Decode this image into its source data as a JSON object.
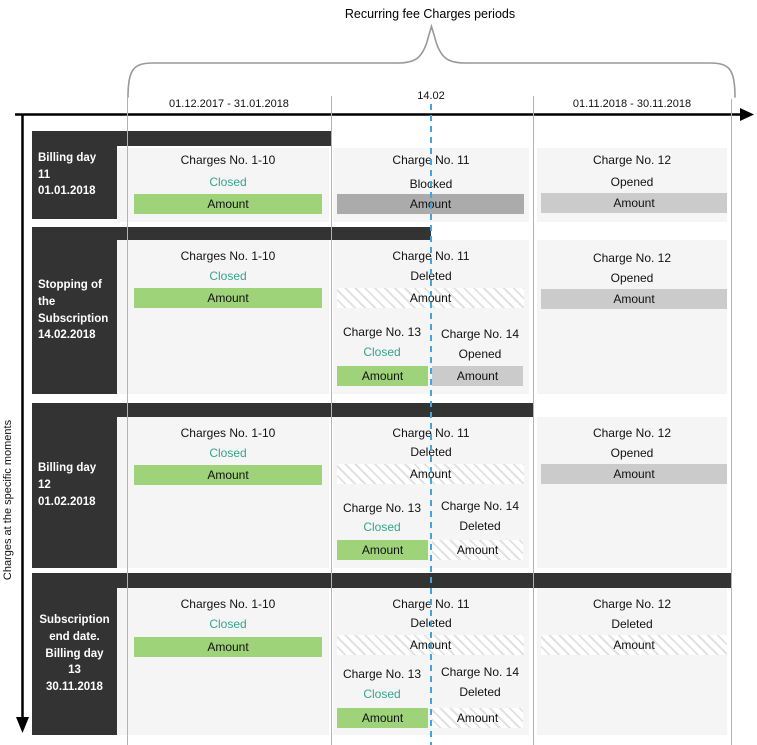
{
  "header": {
    "title": "Recurring fee Charges periods",
    "periods": [
      "01.12.2017 - 31.01.2018",
      "14.02",
      "01.11.2018 - 30.11.2018"
    ],
    "y_axis_label": "Charges at the specific moments"
  },
  "colors": {
    "header_bar": "#333333",
    "panel_bg": "#f5f5f6",
    "amount_green": "#9ed37a",
    "amount_gray": "#ababab",
    "amount_light_gray": "#cbcbcb",
    "closed_teal": "#35a68c",
    "divider_gray": "#b3b3b3",
    "moment_line_blue": "#47a3dd",
    "axis_black": "#000000"
  },
  "rows": [
    {
      "label": "Billing day 11\n01.01.2018",
      "p1": {
        "title": "Charges No. 1-10",
        "status": "Closed",
        "amount": "Amount"
      },
      "p2": {
        "title": "Charge No. 11",
        "status": "Blocked",
        "amount": "Amount"
      },
      "p3": {
        "title": "Charge No. 12",
        "status": "Opened",
        "amount": "Amount"
      }
    },
    {
      "label": "Stopping of\nthe\nSubscription\n14.02.2018",
      "p1": {
        "title": "Charges No. 1-10",
        "status": "Closed",
        "amount": "Amount"
      },
      "p2": {
        "title": "Charge No. 11",
        "status": "Deleted",
        "amount": "Amount"
      },
      "s13": {
        "title": "Charge No. 13",
        "status": "Closed",
        "amount": "Amount"
      },
      "s14": {
        "title": "Charge No. 14",
        "status": "Opened",
        "amount": "Amount"
      },
      "p3": {
        "title": "Charge No. 12",
        "status": "Opened",
        "amount": "Amount"
      }
    },
    {
      "label": "Billing day 12\n01.02.2018",
      "p1": {
        "title": "Charges No. 1-10",
        "status": "Closed",
        "amount": "Amount"
      },
      "p2": {
        "title": "Charge No. 11",
        "status": "Deleted",
        "amount": "Amount"
      },
      "s13": {
        "title": "Charge No. 13",
        "status": "Closed",
        "amount": "Amount"
      },
      "s14": {
        "title": "Charge No. 14",
        "status": "Deleted",
        "amount": "Amount"
      },
      "p3": {
        "title": "Charge No. 12",
        "status": "Opened",
        "amount": "Amount"
      }
    },
    {
      "label": "Subscription\nend date.\nBilling day 13\n30.11.2018",
      "p1": {
        "title": "Charges No. 1-10",
        "status": "Closed",
        "amount": "Amount"
      },
      "p2": {
        "title": "Charge No. 11",
        "status": "Deleted",
        "amount": "Amount"
      },
      "s13": {
        "title": "Charge No. 13",
        "status": "Closed",
        "amount": "Amount"
      },
      "s14": {
        "title": "Charge No. 14",
        "status": "Deleted",
        "amount": "Amount"
      },
      "p3": {
        "title": "Charge No. 12",
        "status": "Deleted",
        "amount": "Amount"
      }
    }
  ]
}
